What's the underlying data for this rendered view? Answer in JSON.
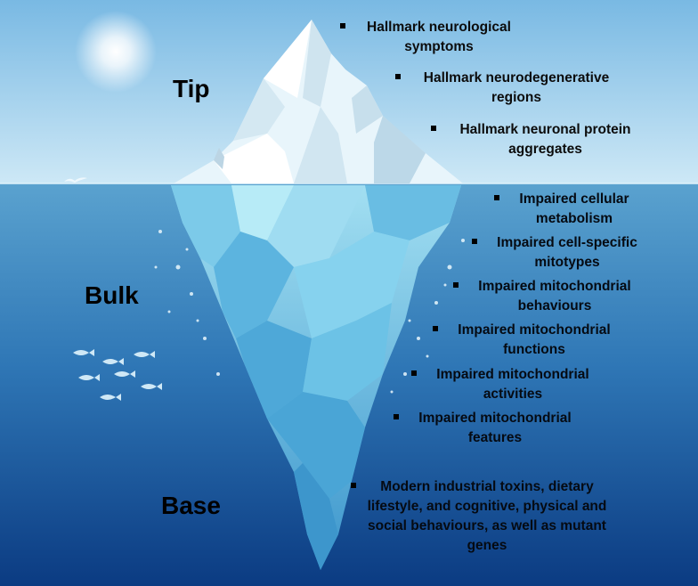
{
  "sections": {
    "tip": "Tip",
    "bulk": "Bulk",
    "base": "Base"
  },
  "tip_items": [
    {
      "line1": "Hallmark neurological",
      "line2": "symptoms"
    },
    {
      "line1": "Hallmark neurodegenerative",
      "line2": "regions"
    },
    {
      "line1": "Hallmark neuronal protein",
      "line2": "aggregates"
    }
  ],
  "bulk_items": [
    {
      "line1": "Impaired cellular",
      "line2": "metabolism"
    },
    {
      "line1": "Impaired cell-specific",
      "line2": "mitotypes"
    },
    {
      "line1": "Impaired mitochondrial",
      "line2": "behaviours"
    },
    {
      "line1": "Impaired mitochondrial",
      "line2": "functions"
    },
    {
      "line1": "Impaired mitochondrial",
      "line2": "activities"
    },
    {
      "line1": "Impaired mitochondrial",
      "line2": "features"
    }
  ],
  "base_item": {
    "line1": "Modern industrial toxins, dietary",
    "line2": "lifestyle, and cognitive, physical and",
    "line3": "social behaviours, as well as mutant",
    "line4": "genes"
  },
  "colors": {
    "sky_top": "#7fbfe6",
    "sky_bottom": "#c9e6f5",
    "water_top": "#4f97c8",
    "water_bottom": "#0d3f86",
    "ice_light": "#e9f6fb",
    "ice_underwater": "#8fd3ec"
  }
}
